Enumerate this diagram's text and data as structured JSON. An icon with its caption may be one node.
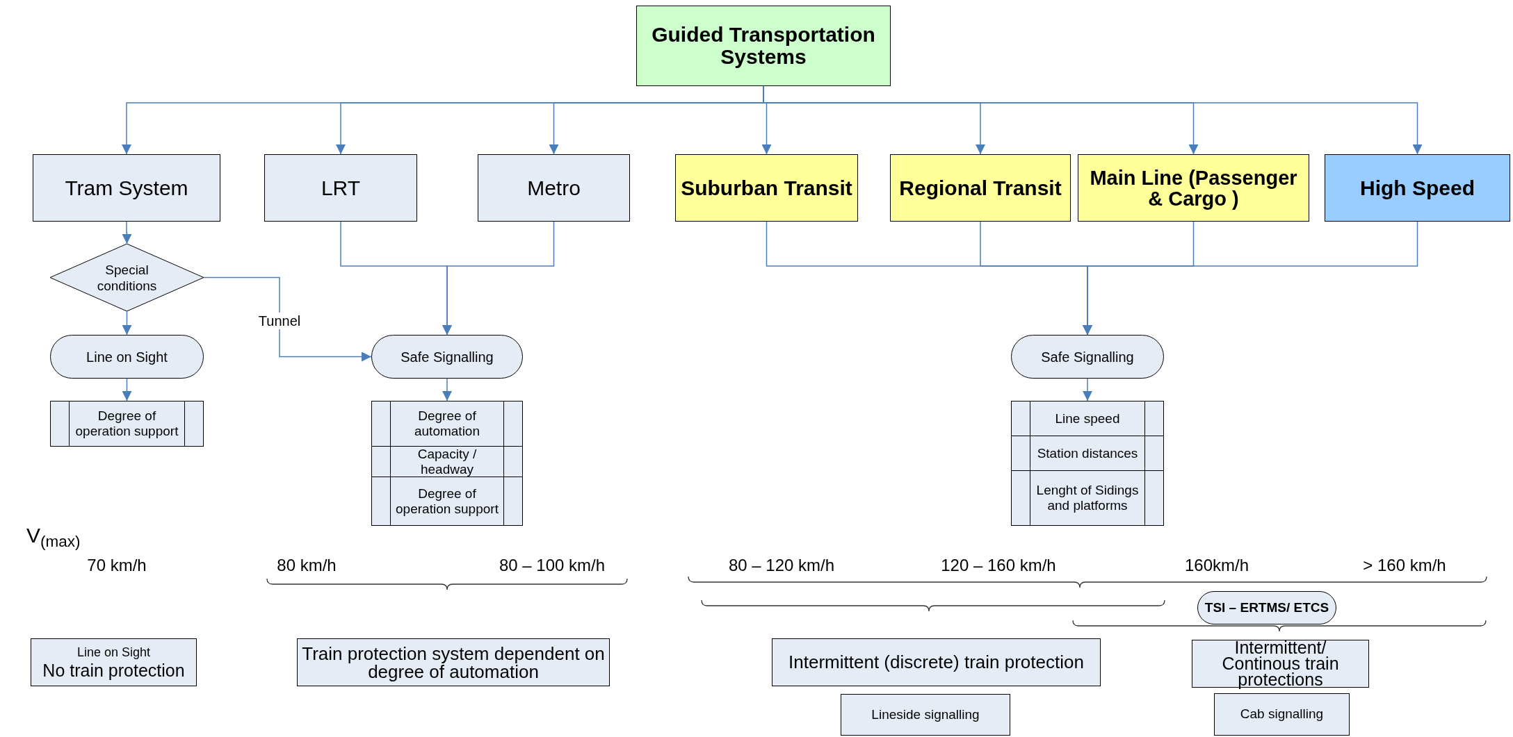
{
  "diagram": {
    "nodes": [
      {
        "text": [
          "Guided Transportation Systems"
        ]
      },
      {
        "text": [
          "Tram System"
        ]
      },
      {
        "text": [
          "LRT"
        ]
      },
      {
        "text": [
          "Metro"
        ]
      },
      {
        "text": [
          "Suburban Transit"
        ]
      },
      {
        "text": [
          "Regional Transit"
        ]
      },
      {
        "text": [
          "Main Line (Passenger & Cargo )"
        ]
      },
      {
        "text": [
          "High Speed"
        ]
      },
      {
        "text": [
          "Special conditions"
        ]
      },
      {
        "text": [
          "Line on Sight"
        ]
      },
      {
        "text": [
          "Safe Signalling"
        ]
      },
      {
        "text": [
          "Safe Signalling"
        ]
      },
      {
        "text": [
          "Degree of operation support"
        ]
      },
      {
        "text": [
          "Degree of automation"
        ]
      },
      {
        "text": [
          "Capacity / headway"
        ]
      },
      {
        "text": [
          "Degree of operation support"
        ]
      },
      {
        "text": [
          "Line speed"
        ]
      },
      {
        "text": [
          "Station distances"
        ]
      },
      {
        "text": [
          "Lenght of Sidings and platforms"
        ]
      },
      {
        "text": [
          "TSI – ERTMS/ ETCS"
        ]
      },
      {
        "text": [
          "Line on Sight",
          "No train protection"
        ]
      },
      {
        "text": [
          "Train protection system dependent on degree of automation"
        ]
      },
      {
        "text": [
          "Intermittent (discrete) train protection"
        ]
      },
      {
        "text": [
          "Lineside signalling"
        ]
      },
      {
        "text": [
          "Intermittent/ Continous train protections"
        ]
      },
      {
        "text": [
          "Cab signalling"
        ]
      }
    ],
    "edges": [
      {
        "from": 0,
        "to": 1,
        "arrow": "to"
      },
      {
        "from": 0,
        "to": 2,
        "arrow": "to"
      },
      {
        "from": 0,
        "to": 3,
        "arrow": "to"
      },
      {
        "from": 0,
        "to": 4,
        "arrow": "to"
      },
      {
        "from": 0,
        "to": 5,
        "arrow": "to"
      },
      {
        "from": 0,
        "to": 6,
        "arrow": "to"
      },
      {
        "from": 0,
        "to": 7,
        "arrow": "to"
      },
      {
        "from": 1,
        "to": 8,
        "arrow": "to"
      },
      {
        "from": 8,
        "to": 9,
        "arrow": "to"
      },
      {
        "from": 8,
        "to": 10,
        "label": "Tunnel",
        "arrow": "to"
      },
      {
        "from": 2,
        "to": 10,
        "arrow": "to"
      },
      {
        "from": 3,
        "to": 10,
        "arrow": "to"
      },
      {
        "from": 4,
        "to": 11,
        "arrow": "to"
      },
      {
        "from": 5,
        "to": 11,
        "arrow": "to"
      },
      {
        "from": 6,
        "to": 11,
        "arrow": "to"
      },
      {
        "from": 7,
        "to": 11,
        "arrow": "to"
      },
      {
        "from": 9,
        "to": 12,
        "arrow": "to"
      },
      {
        "from": 10,
        "to": 13,
        "arrow": "to"
      },
      {
        "from": 11,
        "to": 16,
        "arrow": "to"
      }
    ],
    "labels": [
      "V$_{(max)}$",
      "70 km/h",
      "80 km/h",
      "80 – 100 km/h",
      "80 – 120 km/h",
      "120 – 160 km/h",
      "160km/h",
      "> 160 km/h"
    ]
  }
}
